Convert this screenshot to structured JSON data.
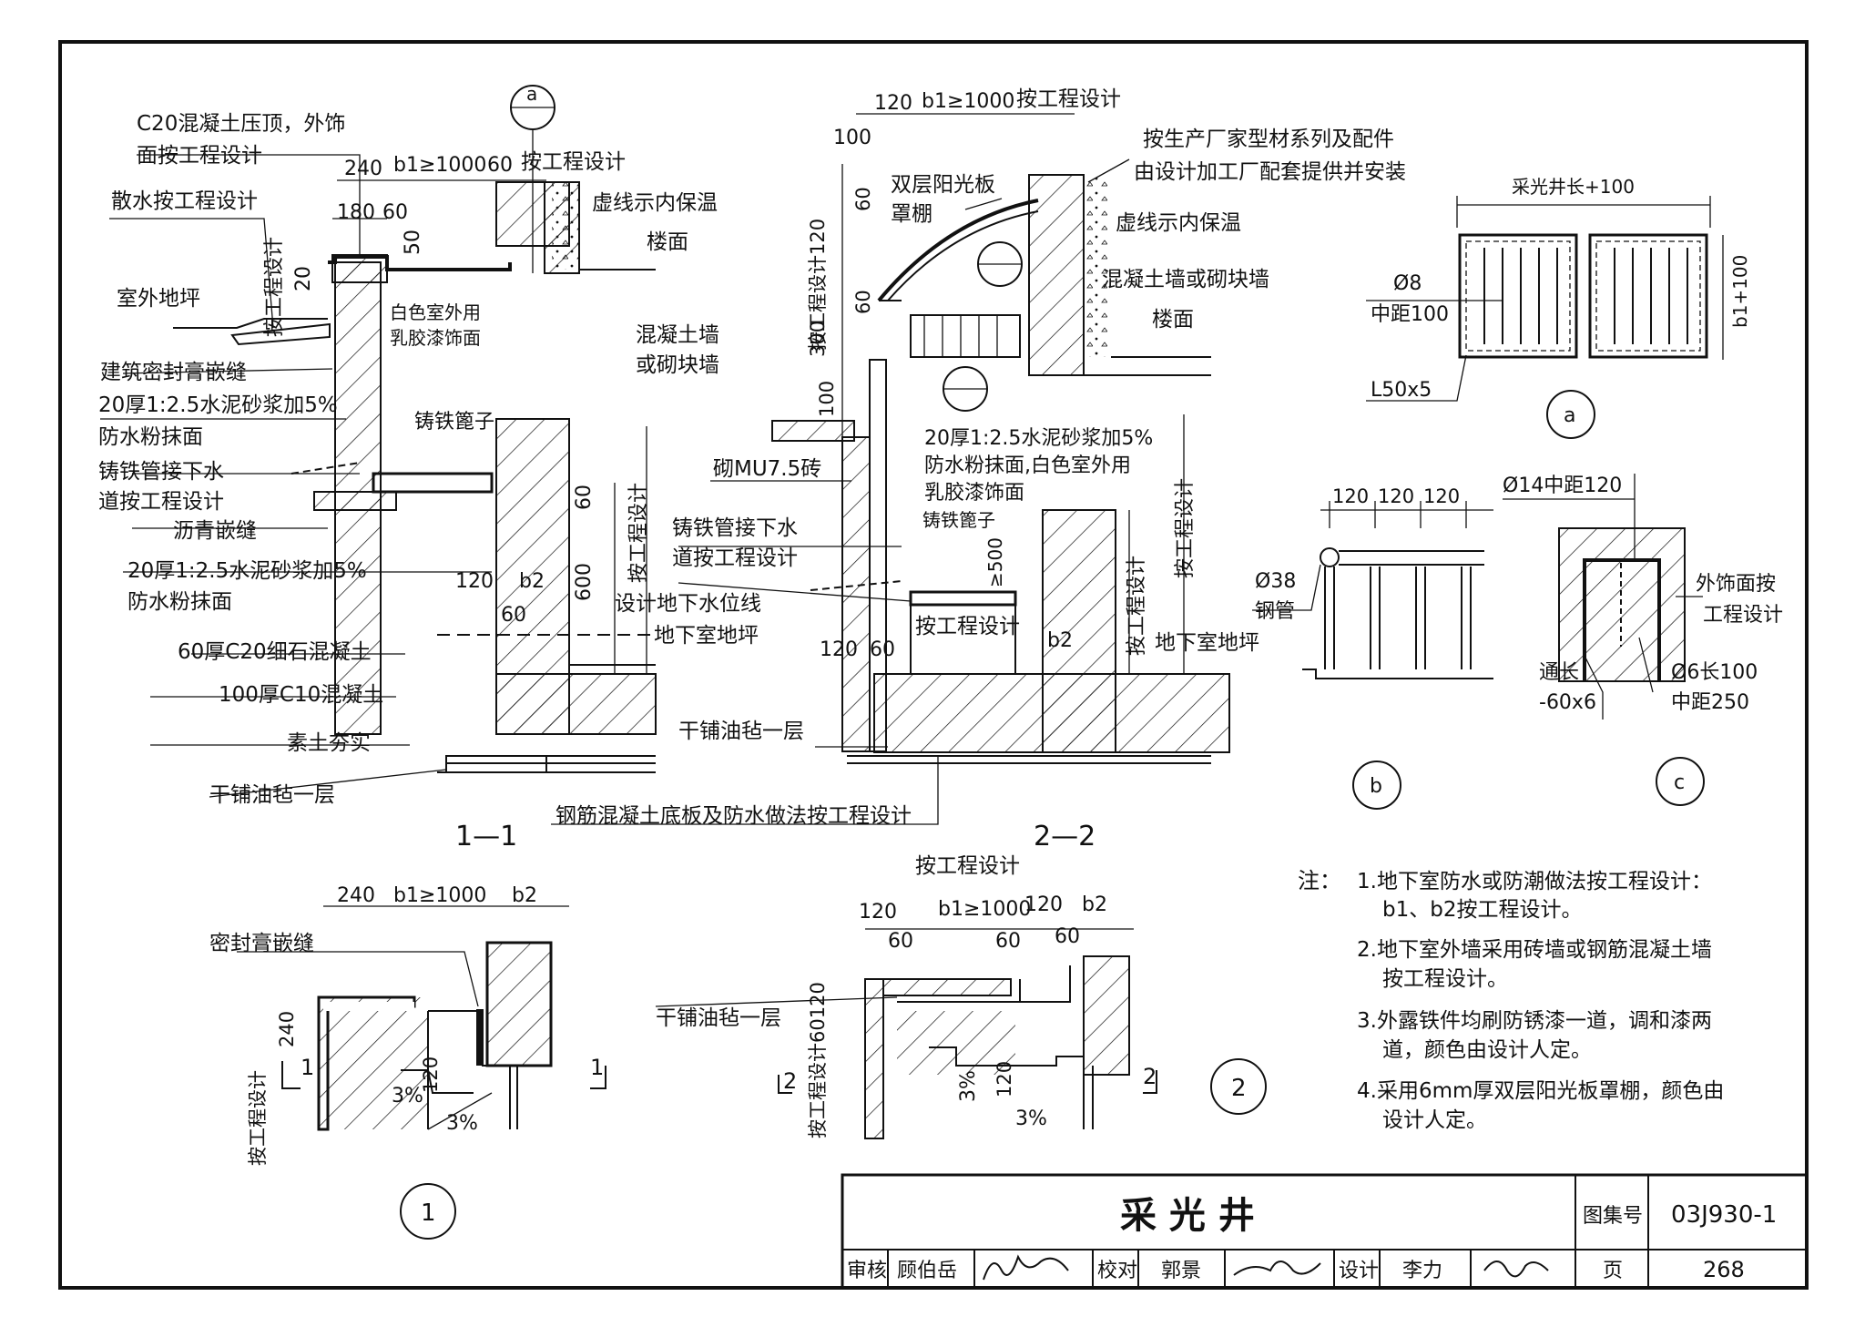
{
  "title_block": {
    "title": "采 光 井",
    "atlas_label": "图集号",
    "atlas_no": "03J930-1",
    "review_label": "审核",
    "review_name": "顾伯岳",
    "check_label": "校对",
    "check_name": "郭景",
    "design_label": "设计",
    "design_name": "李力",
    "page_label": "页",
    "page_no": "268"
  },
  "section_1_1": {
    "caption": "1—1",
    "detail_ref": "a",
    "labels": {
      "coping": "C20混凝土压顶，外饰",
      "coping_2": "面按工程设计",
      "apron": "散水按工程设计",
      "ground": "室外地坪",
      "sealant": "建筑密封膏嵌缝",
      "mortar": "20厚1:2.5水泥砂浆加5%",
      "mortar_2": "防水粉抹面",
      "cast_pipe": "铸铁管接下水",
      "cast_pipe_2": "道按工程设计",
      "asphalt": "沥青嵌缝",
      "mortar_b": "20厚1:2.5水泥砂浆加5%",
      "mortar_b_2": "防水粉抹面",
      "fine_concrete": "60厚C20细石混凝土",
      "c10": "100厚C10混凝土",
      "soil": "素土夯实",
      "felt": "干铺油毡一层",
      "dim_240": "240",
      "dim_b1": "b1≥1000",
      "dim_60": "60",
      "dim_design": "按工程设计",
      "dim_180": "180",
      "dim_60b": "60",
      "dim_50": "50",
      "dim_20": "20",
      "dim_design_v": "按工程设计",
      "insul": "虚线示内保温",
      "floor": "楼面",
      "white_paint": "白色室外用",
      "white_paint_2": "乳胶漆饰面",
      "concrete_wall": "混凝土墙",
      "concrete_wall_2": "或砌块墙",
      "grate": "铸铁篦子",
      "dim_120": "120",
      "dim_b2": "b2",
      "dim_60c": "60",
      "dim_60d": "60",
      "dim_600": "600",
      "dim_design_v2": "按工程设计",
      "water_line": "设计地下水位线",
      "basement": "地下室地坪",
      "rc_slab": "钢筋混凝土底板及防水做法按工程设计"
    }
  },
  "section_2_2": {
    "caption": "2—2",
    "labels": {
      "dim_120": "120",
      "dim_b1": "b1≥1000",
      "dim_design": "按工程设计",
      "dim_100": "100",
      "dim_v120": "按工程设计120",
      "dim_v60": "60",
      "dim_v60b": "60",
      "dim_v300": "300",
      "dim_v100": "100",
      "canopy": "双层阳光板",
      "canopy_2": "罩棚",
      "manufacturer": "按生产厂家型材系列及配件",
      "manufacturer_2": "由设计加工厂配套提供并安装",
      "insul": "虚线示内保温",
      "wall": "混凝土墙或砌块墙",
      "floor": "楼面",
      "brick": "砌MU7.5砖",
      "mortar": "20厚1:2.5水泥砂浆加5%",
      "mortar_2": "防水粉抹面,白色室外用",
      "mortar_3": "乳胶漆饰面",
      "grate": "铸铁篦子",
      "cast_pipe": "铸铁管接下水",
      "cast_pipe_2": "道按工程设计",
      "dim_500": "≥500",
      "dim_design_h": "按工程设计",
      "dim_120b": "120",
      "dim_60": "60",
      "dim_b2": "b2",
      "dim_design_v": "按工程设计",
      "dim_design_v2": "按工程设计",
      "basement": "地下室地坪",
      "felt": "干铺油毡一层",
      "ref_b": "b",
      "ref_c": "c"
    }
  },
  "detail_a": {
    "ref": "a",
    "top_dim": "采光井长+100",
    "side_dim": "b1+100",
    "bar": "Ø8",
    "spacing": "中距100",
    "angle": "L50x5"
  },
  "detail_b": {
    "ref": "b",
    "dims": [
      "120",
      "120",
      "120"
    ],
    "pipe": "Ø38",
    "pipe_2": "钢管"
  },
  "detail_c": {
    "ref": "c",
    "rebar": "Ø14中距120",
    "finish": "外饰面按",
    "finish_2": "工程设计",
    "flat": "通长",
    "flat_2": "-60x6",
    "anchor": "Ø6长100",
    "anchor_2": "中距250"
  },
  "plan_1": {
    "ref": "1",
    "dims": [
      "240",
      "b1≥1000",
      "b2"
    ],
    "sealant": "密封膏嵌缝",
    "dim_240": "240",
    "dim_design": "按工程设计",
    "dim_120": "120",
    "slope_a": "3%",
    "slope_b": "3%",
    "cut_left": "1",
    "cut_right": "1"
  },
  "plan_2": {
    "ref": "2",
    "dim_design_top": "按工程设计",
    "dims": [
      "120",
      "b1≥1000",
      "120",
      "b2"
    ],
    "dim_60a": "60",
    "dim_60b": "60",
    "dim_60c": "60",
    "felt": "干铺油毡一层",
    "dim_v": "按工程设计60120",
    "dim_120": "120",
    "slope_a": "3%",
    "slope_b": "3%",
    "cut_left": "2",
    "cut_right": "2"
  },
  "notes": {
    "heading": "注：",
    "items": [
      "1.地下室防水或防潮做法按工程设计：",
      "b1、b2按工程设计。",
      "2.地下室外墙采用砖墙或钢筋混凝土墙",
      "按工程设计。",
      "3.外露铁件均刷防锈漆一道，调和漆两",
      "道，颜色由设计人定。",
      "4.采用6mm厚双层阳光板罩棚，颜色由",
      "设计人定。"
    ]
  }
}
